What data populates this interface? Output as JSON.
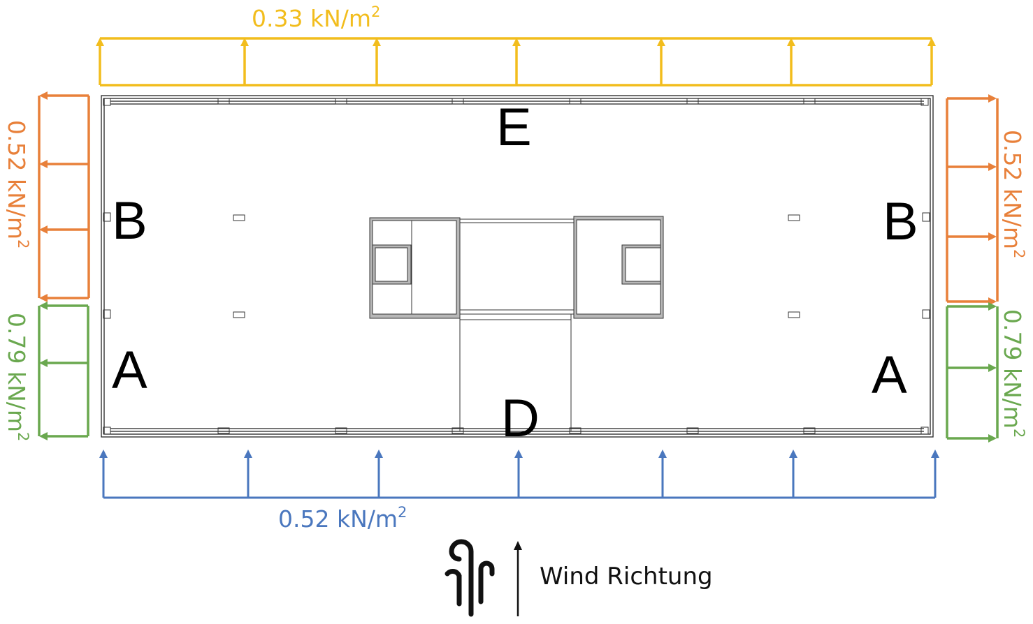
{
  "loads": {
    "top": {
      "value": "0.33 kN/m",
      "sup": "2",
      "color": "#f2bd1d",
      "direction": "up"
    },
    "left_upper": {
      "value": "0.52 kN/m",
      "sup": "2",
      "color": "#e8803a",
      "direction": "left"
    },
    "left_lower": {
      "value": "0.79 kN/m",
      "sup": "2",
      "color": "#6aa84f",
      "direction": "left"
    },
    "right_upper": {
      "value": "0.52 kN/m",
      "sup": "2",
      "color": "#e8803a",
      "direction": "right"
    },
    "right_lower": {
      "value": "0.79 kN/m",
      "sup": "2",
      "color": "#6aa84f",
      "direction": "right"
    },
    "bottom": {
      "value": "0.52 kN/m",
      "sup": "2",
      "color": "#4a77be",
      "direction": "up"
    }
  },
  "zones": {
    "E": "E",
    "D": "D",
    "B_left": "B",
    "B_right": "B",
    "A_left": "A",
    "A_right": "A"
  },
  "legend": {
    "icon": "wind-icon",
    "arrow": "up-arrow",
    "label": "Wind Richtung"
  }
}
